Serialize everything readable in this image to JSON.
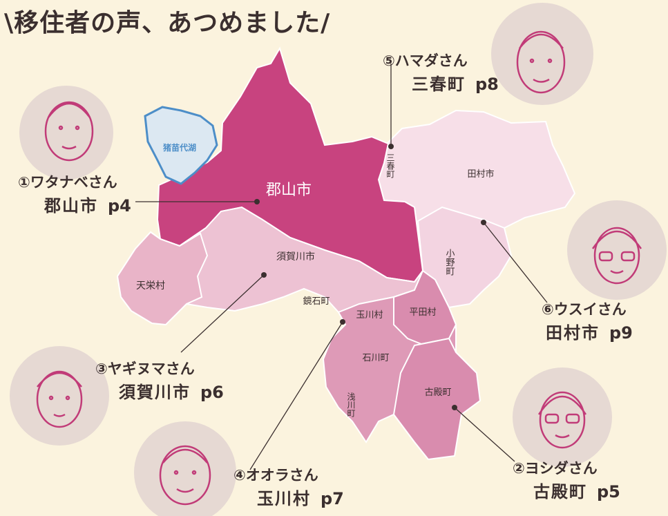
{
  "title": "\\移住者の声、あつめました/",
  "lake": "猪苗代湖",
  "areas": {
    "koriyama": "郡山市",
    "sukagawa": "須賀川市",
    "tenei": "天栄村",
    "kagamiishi": "鏡石町",
    "tamakawa": "玉川村",
    "hirata": "平田村",
    "ishikawa": "石川町",
    "asakawa": "浅川町",
    "furudono": "古殿町",
    "ono": "小野町",
    "tamura": "田村市",
    "miharu": "三春町"
  },
  "callouts": [
    {
      "name": "①ワタナベさん",
      "place": "郡山市",
      "page": "p4"
    },
    {
      "name": "②ヨシダさん",
      "place": "古殿町",
      "page": "p5"
    },
    {
      "name": "③ヤギヌマさん",
      "place": "須賀川市",
      "page": "p6"
    },
    {
      "name": "④オオラさん",
      "place": "玉川村",
      "page": "p7"
    },
    {
      "name": "⑤ハマダさん",
      "place": "三春町",
      "page": "p8"
    },
    {
      "name": "⑥ウスイさん",
      "place": "田村市",
      "page": "p9"
    }
  ],
  "colors": {
    "background": "#fbf3de",
    "koriyama": "#c8437f",
    "sukagawa": "#e9b4c8",
    "south": "#de9ab7",
    "east": "#f7dfe8",
    "lake": "#dce8f2",
    "lake_outline": "#4d8ec8",
    "portrait_bg": "#e6d9d3",
    "portrait_line": "#c13b78"
  }
}
